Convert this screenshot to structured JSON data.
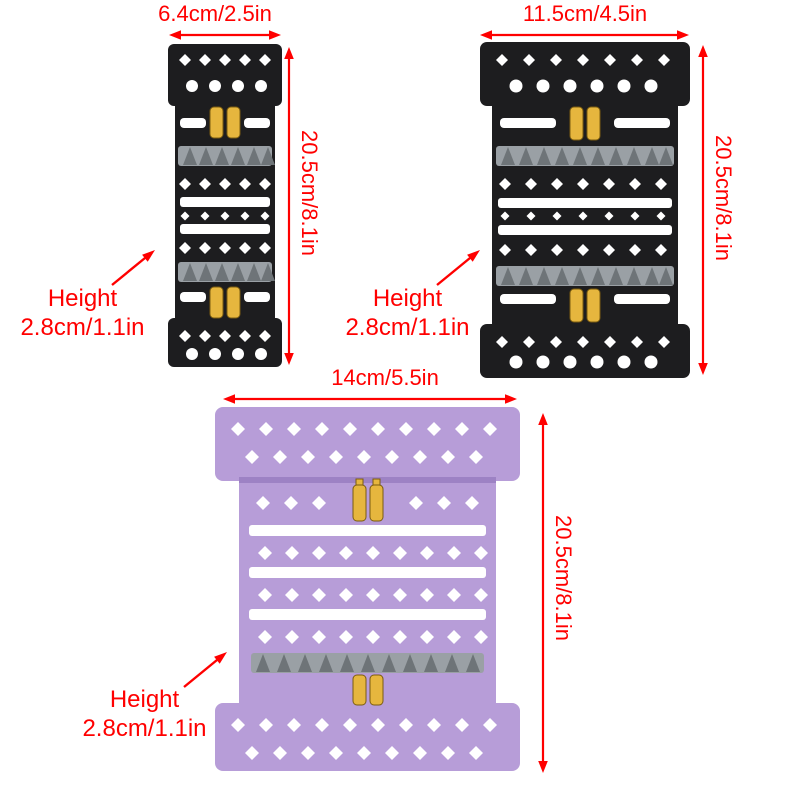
{
  "background": "#ffffff",
  "annotation": {
    "color": "#ff0000"
  },
  "colors": {
    "black_cassette_body": "#1d1d1f",
    "purple_cassette_body": "#b79dd8",
    "clip_yellow": "#e6b63e",
    "silicone_gray": "#9aa0a5",
    "hole_white": "#ffffff"
  },
  "products": [
    {
      "name": "small-black-cassette",
      "width_label": "6.4cm/2.5in",
      "height_label": "20.5cm/8.1in",
      "depth_label": [
        "Height",
        "2.8cm/1.1in"
      ]
    },
    {
      "name": "large-black-cassette",
      "width_label": "11.5cm/4.5in",
      "height_label": "20.5cm/8.1in",
      "depth_label": [
        "Height",
        "2.8cm/1.1in"
      ]
    },
    {
      "name": "purple-cassette",
      "width_label": "14cm/5.5in",
      "height_label": "20.5cm/8.1in",
      "depth_label": [
        "Height",
        "2.8cm/1.1in"
      ]
    }
  ]
}
